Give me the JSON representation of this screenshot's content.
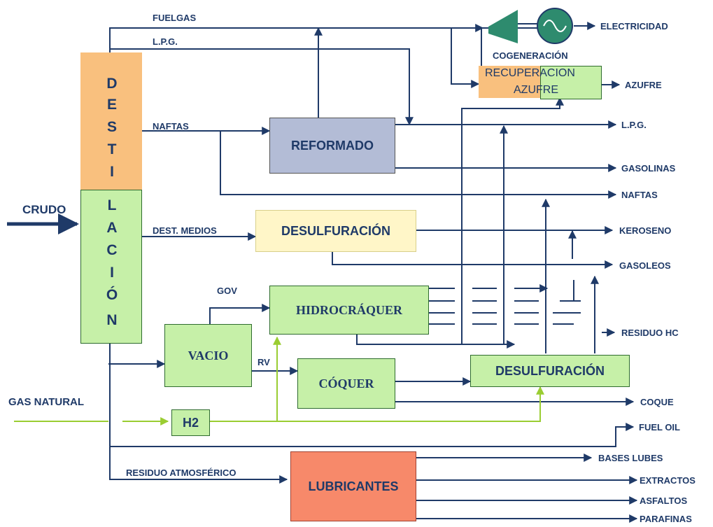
{
  "diagram": {
    "destilacion_letters": [
      "D",
      "E",
      "S",
      "T",
      "I",
      "L",
      "A",
      "C",
      "I",
      "Ó",
      "N"
    ],
    "inputs": {
      "crudo": "CRUDO",
      "gas_natural": "GAS NATURAL"
    },
    "streams": {
      "fuelgas": "FUELGAS",
      "lpg": "L.P.G.",
      "naftas": "NAFTAS",
      "dest_medios": "DEST. MEDIOS",
      "gov": "GOV",
      "rv": "RV",
      "residuo_atmosferico": "RESIDUO ATMOSFÉRICO",
      "cogeneracion": "COGENERACIÓN"
    },
    "units": {
      "reformado": "REFORMADO",
      "desulfuracion_1": "DESULFURACIÓN",
      "hidrocraquer": "HIDROCRÁQUER",
      "vacio": "VACIO",
      "coquer": "CÓQUER",
      "desulfuracion_2": "DESULFURACIÓN",
      "h2": "H2",
      "lubricantes": "LUBRICANTES",
      "recuperacion_1": "RECUPERACION",
      "recuperacion_2": "AZUFRE"
    },
    "outputs": {
      "electricidad": "ELECTRICIDAD",
      "azufre": "AZUFRE",
      "lpg": "L.P.G.",
      "gasolinas": "GASOLINAS",
      "naftas": "NAFTAS",
      "keroseno": "KEROSENO",
      "gasoleos": "GASOLEOS",
      "residuo_hc": "RESIDUO HC",
      "coque": "COQUE",
      "fuel_oil": "FUEL OIL",
      "bases_lubes": "BASES LUBES",
      "extractos": "EXTRACTOS",
      "asfaltos": "ASFALTOS",
      "parafinas": "PARAFINAS"
    },
    "colors": {
      "line": "#1f3a68",
      "green_line": "#9acd32",
      "orange": "#f9c07e",
      "green": "#c6f0a8",
      "slate": "#b3bcd6",
      "cream": "#fff6c8",
      "salmon": "#f7896a",
      "turbine": "#2e8b6e"
    }
  }
}
